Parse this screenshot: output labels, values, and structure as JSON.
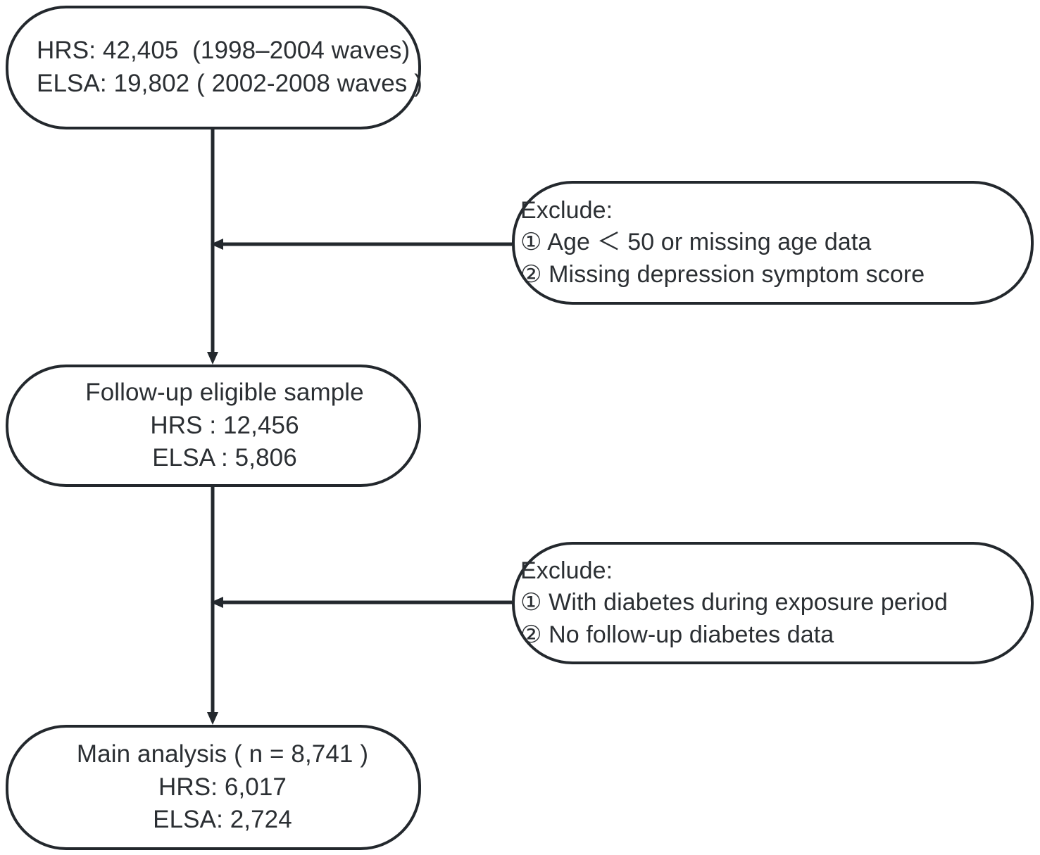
{
  "diagram": {
    "title": "Study population flow diagram",
    "stroke_color": "#23282d",
    "text_color": "#2b2f33",
    "background_color": "#ffffff",
    "nodes": {
      "source": {
        "name": "source-cohort-box",
        "lines": [
          "HRS: 42,405  (1998–2004 waves)",
          "ELSA: 19,802 ( 2002-2008 waves )"
        ]
      },
      "exclude_1": {
        "name": "exclusion-criteria-box-1",
        "lines": [
          "Exclude:",
          "① Age ＜ 50 or missing age data",
          "② Missing depression symptom score"
        ]
      },
      "eligible": {
        "name": "follow-up-eligible-box",
        "lines": [
          "Follow-up eligible sample",
          "HRS : 12,456",
          "ELSA : 5,806"
        ]
      },
      "exclude_2": {
        "name": "exclusion-criteria-box-2",
        "lines": [
          "Exclude:",
          "① With diabetes during exposure period",
          "② No follow-up diabetes data"
        ]
      },
      "analysis": {
        "name": "main-analysis-box",
        "lines": [
          "Main analysis ( n = 8,741 )",
          "HRS: 6,017",
          "ELSA: 2,724"
        ]
      }
    },
    "connectors": [
      {
        "name": "source-to-eligible-arrow",
        "direction": "down"
      },
      {
        "name": "exclude-1-to-flow-arrow",
        "direction": "left"
      },
      {
        "name": "eligible-to-analysis-arrow",
        "direction": "down"
      },
      {
        "name": "exclude-2-to-flow-arrow",
        "direction": "left"
      }
    ]
  }
}
